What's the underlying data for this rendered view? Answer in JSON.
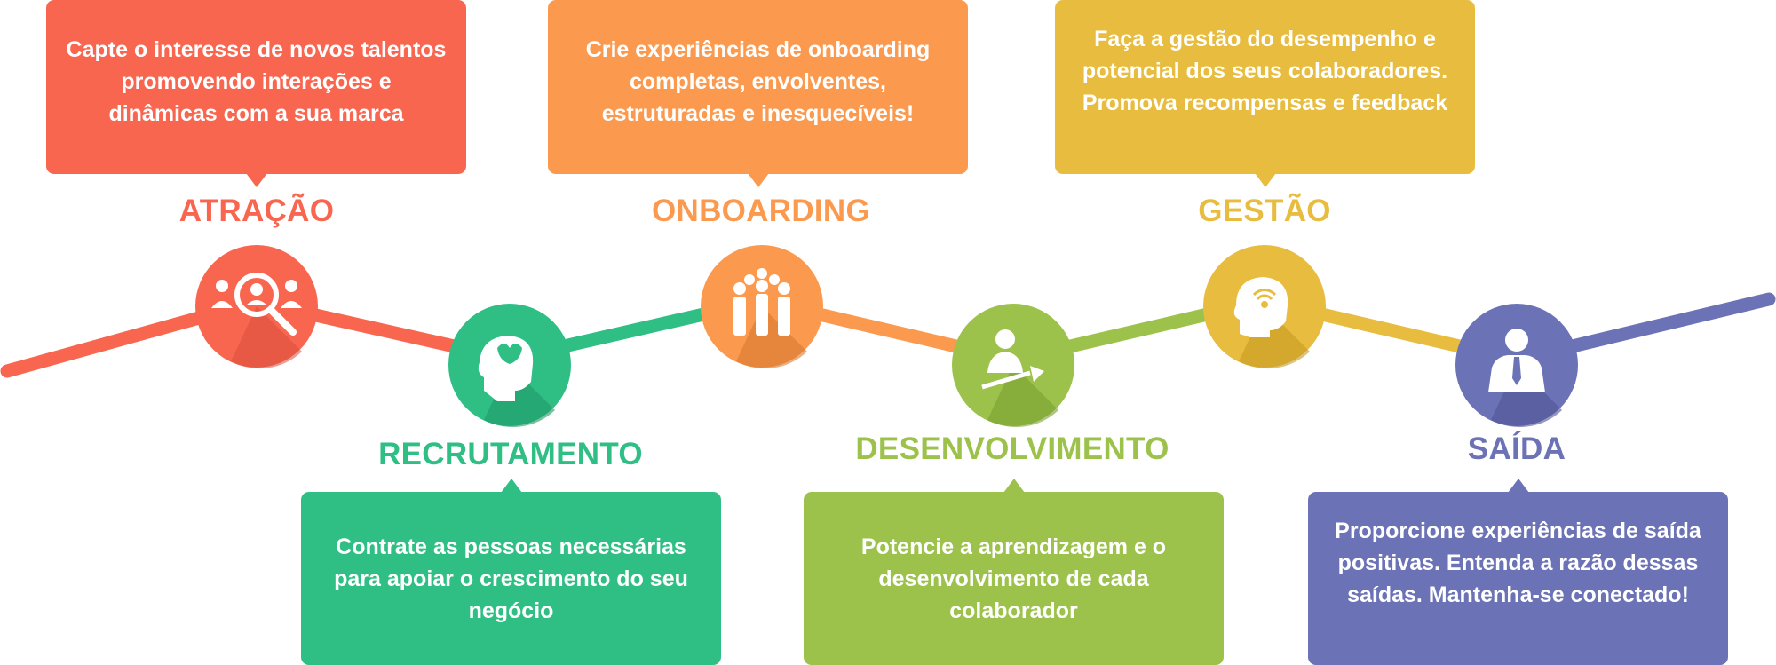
{
  "stages": {
    "atracao": {
      "title": "ATRAÇÃO",
      "text": "Capte o interesse de novos talentos promovendo interações e dinâmicas com a sua marca",
      "color": "#f96650",
      "icon": "recruiter-search-icon"
    },
    "recrutamento": {
      "title": "RECRUTAMENTO",
      "text": "Contrate as pessoas necessárias para apoiar o crescimento do seu negócio",
      "color": "#2fbf84",
      "icon": "head-brain-icon"
    },
    "onboarding": {
      "title": "ONBOARDING",
      "text": "Crie experiências de onboarding completas, envolventes, estruturadas e inesquecíveis!",
      "color": "#fb9a4e",
      "icon": "team-group-icon"
    },
    "desenvolvimento": {
      "title": "DESENVOLVIMENTO",
      "text": "Potencie a aprendizagem e o desenvolvimento de cada colaborador",
      "color": "#9cc24b",
      "icon": "growth-person-icon"
    },
    "gestao": {
      "title": "GESTÃO",
      "text": "Faça a gestão do desempenho e potencial dos seus colaboradores. Promova recompensas e feedback",
      "color": "#e8bd3f",
      "icon": "head-performance-icon"
    },
    "saida": {
      "title": "SAÍDA",
      "text": "Proporcione experiências de saída positivas. Entenda a razão dessas saídas. Mantenha-se conectado!",
      "color": "#6b72b5",
      "icon": "businessman-icon"
    }
  }
}
